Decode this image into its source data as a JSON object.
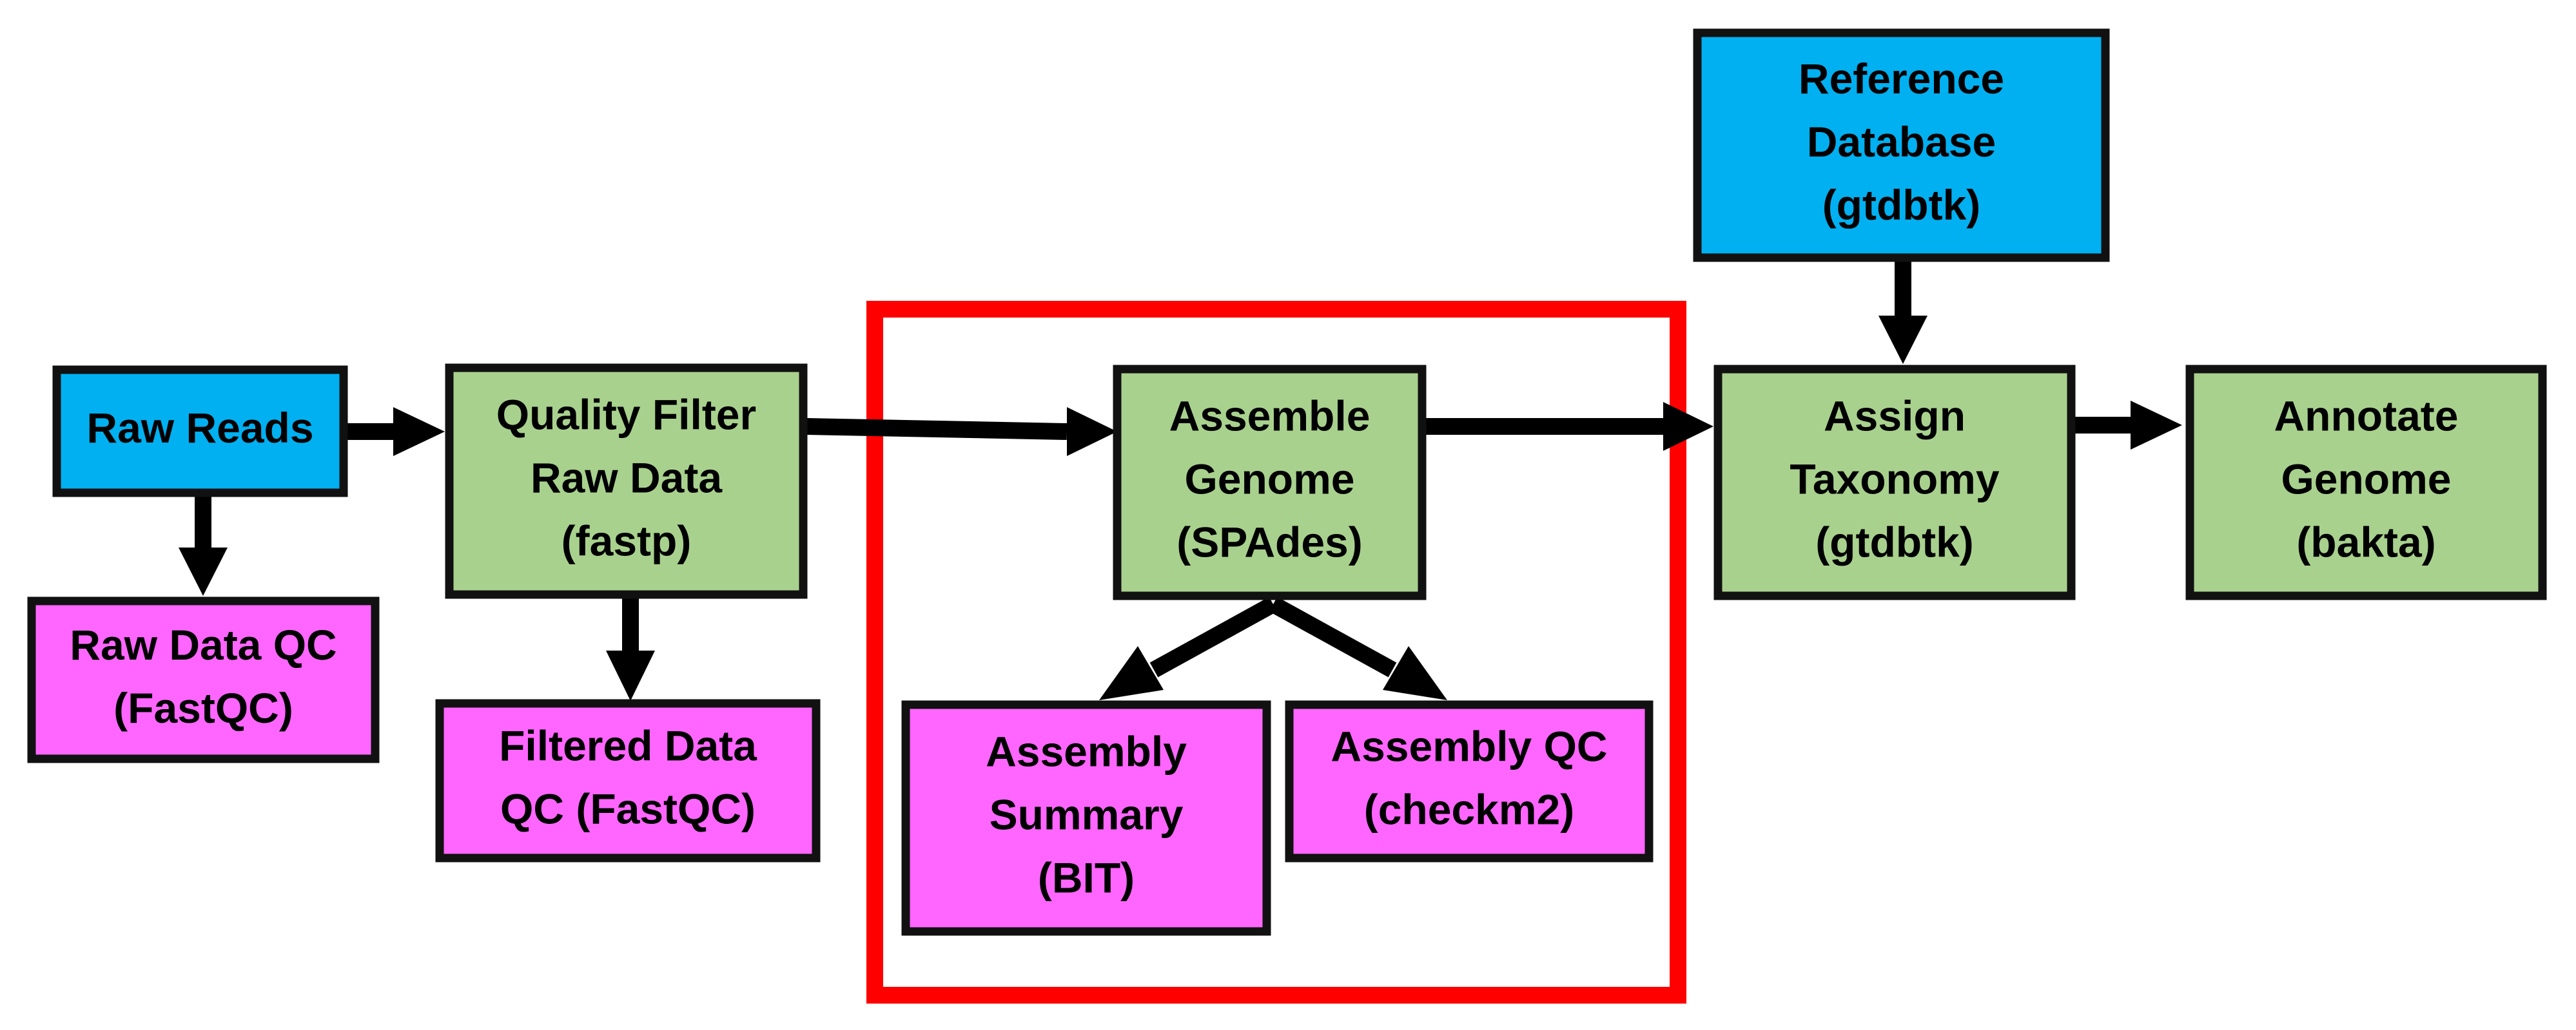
{
  "colors": {
    "input": "#00b0f0",
    "process": "#a9d18e",
    "qc": "#ff66ff",
    "highlight": "#ff0000",
    "arrow": "#000000"
  },
  "nodes": {
    "raw_reads": {
      "lines": [
        "Raw Reads"
      ]
    },
    "raw_data_qc": {
      "lines": [
        "Raw Data QC",
        "(FastQC)"
      ]
    },
    "quality_filter": {
      "lines": [
        "Quality Filter",
        "Raw Data",
        "(fastp)"
      ]
    },
    "filtered_data_qc": {
      "lines": [
        "Filtered Data",
        "QC (FastQC)"
      ]
    },
    "assemble_genome": {
      "lines": [
        "Assemble",
        "Genome",
        "(SPAdes)"
      ]
    },
    "assembly_summary": {
      "lines": [
        "Assembly",
        "Summary",
        "(BIT)"
      ]
    },
    "assembly_qc": {
      "lines": [
        "Assembly QC",
        "(checkm2)"
      ]
    },
    "reference_database": {
      "lines": [
        "Reference",
        "Database",
        "(gtdbtk)"
      ]
    },
    "assign_taxonomy": {
      "lines": [
        "Assign",
        "Taxonomy",
        "(gtdbtk)"
      ]
    },
    "annotate_genome": {
      "lines": [
        "Annotate",
        "Genome",
        "(bakta)"
      ]
    }
  },
  "edges": [
    {
      "from": "raw_reads",
      "to": "quality_filter"
    },
    {
      "from": "raw_reads",
      "to": "raw_data_qc"
    },
    {
      "from": "quality_filter",
      "to": "filtered_data_qc"
    },
    {
      "from": "quality_filter",
      "to": "assemble_genome"
    },
    {
      "from": "assemble_genome",
      "to": "assembly_summary"
    },
    {
      "from": "assemble_genome",
      "to": "assembly_qc"
    },
    {
      "from": "assemble_genome",
      "to": "assign_taxonomy"
    },
    {
      "from": "reference_database",
      "to": "assign_taxonomy"
    },
    {
      "from": "assign_taxonomy",
      "to": "annotate_genome"
    }
  ]
}
